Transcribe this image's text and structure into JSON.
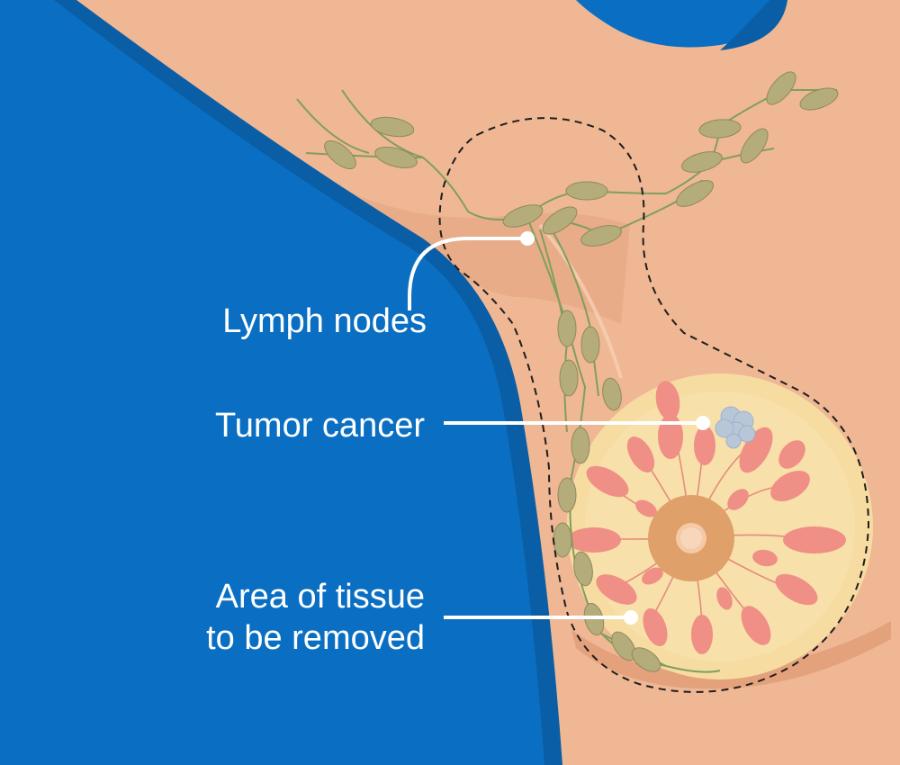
{
  "labels": {
    "lymph_nodes": "Lymph nodes",
    "tumor": "Tumor cancer",
    "area_line1": "Area of tissue",
    "area_line2": "to be removed"
  },
  "colors": {
    "skin": "#efb794",
    "skin_shadow": "#e3a27c",
    "clothing_blue": "#0a6fc2",
    "clothing_dark": "#0a5ea6",
    "breast_tissue": "#f7dca1",
    "lobule": "#ef8f86",
    "areola": "#e0a06a",
    "lymph_node": "#b4ac7a",
    "lymph_vessel": "#7e9f5f",
    "tumor": "#b8c7d8",
    "callout": "#ffffff"
  }
}
